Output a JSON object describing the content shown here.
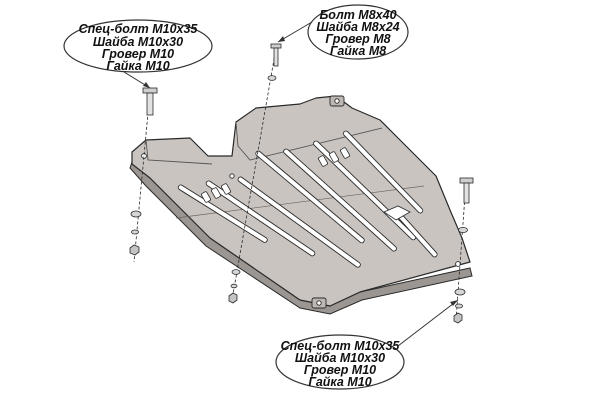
{
  "callouts": {
    "top_left": {
      "lines": [
        "Спец-болт M10x35",
        "Шайба M10x30",
        "Гровер M10",
        "Гайка M10"
      ]
    },
    "top_right": {
      "lines": [
        "Болт M8x40",
        "Шайба M8x24",
        "Гровер M8",
        "Гайка M8"
      ]
    },
    "bottom": {
      "lines": [
        "Спец-болт M10x35",
        "Шайба M10x30",
        "Гровер M10",
        "Гайка M10"
      ]
    }
  },
  "colors": {
    "plate_fill": "#c9c4c0",
    "plate_shadow": "#a9a39f",
    "outline": "#2a2a2a",
    "slot_fill": "#ffffff"
  }
}
